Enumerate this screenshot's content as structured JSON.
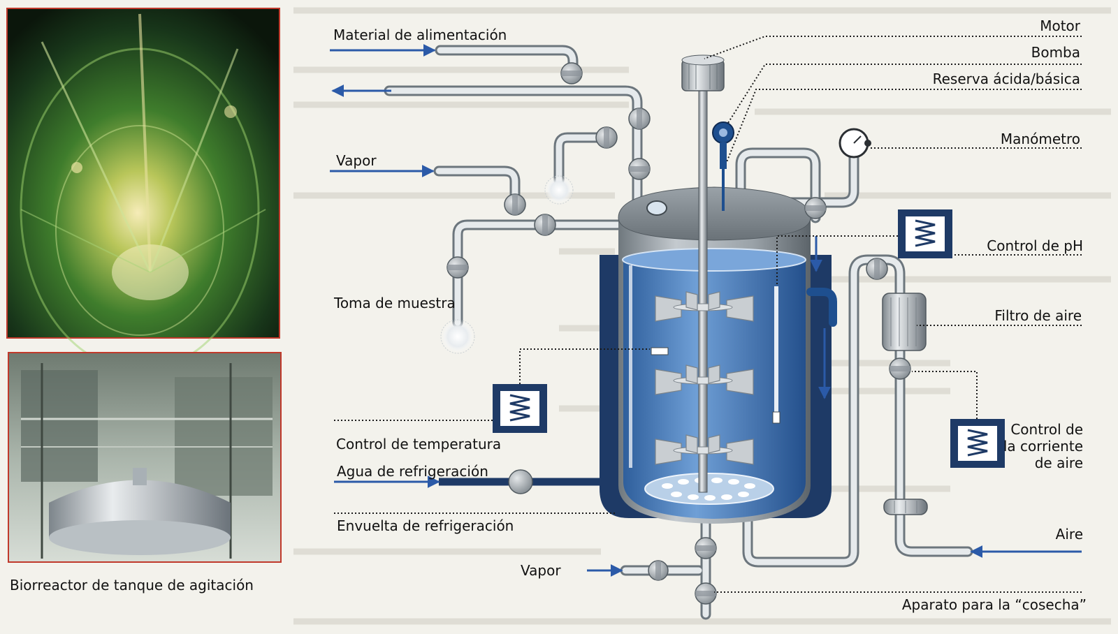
{
  "figure": {
    "caption": "Biorreactor de tanque de agitación",
    "labels": {
      "feed_material": "Material de alimentación",
      "steam_top": "Vapor",
      "sampling": "Toma de muestra",
      "temperature_control": "Control de temperatura",
      "cooling_water": "Agua de refrigeración",
      "cooling_jacket": "Envuelta de refrigeración",
      "steam_bottom": "Vapor",
      "motor": "Motor",
      "pump": "Bomba",
      "acid_base_reserve": "Reserva ácida/básica",
      "pressure_gauge": "Manómetro",
      "ph_control": "Control de pH",
      "air_filter": "Filtro de aire",
      "air_flow_control": [
        "Control de",
        "la corriente",
        "de aire"
      ],
      "air": "Aire",
      "harvest_device": "Aparato para la “cosecha”"
    }
  },
  "colors": {
    "flow_arrow": "#2b5aa8",
    "cooling_jacket": "#1e3a66",
    "culture_liquid": "#5f8fcb",
    "photo_border": "#c0392b"
  }
}
